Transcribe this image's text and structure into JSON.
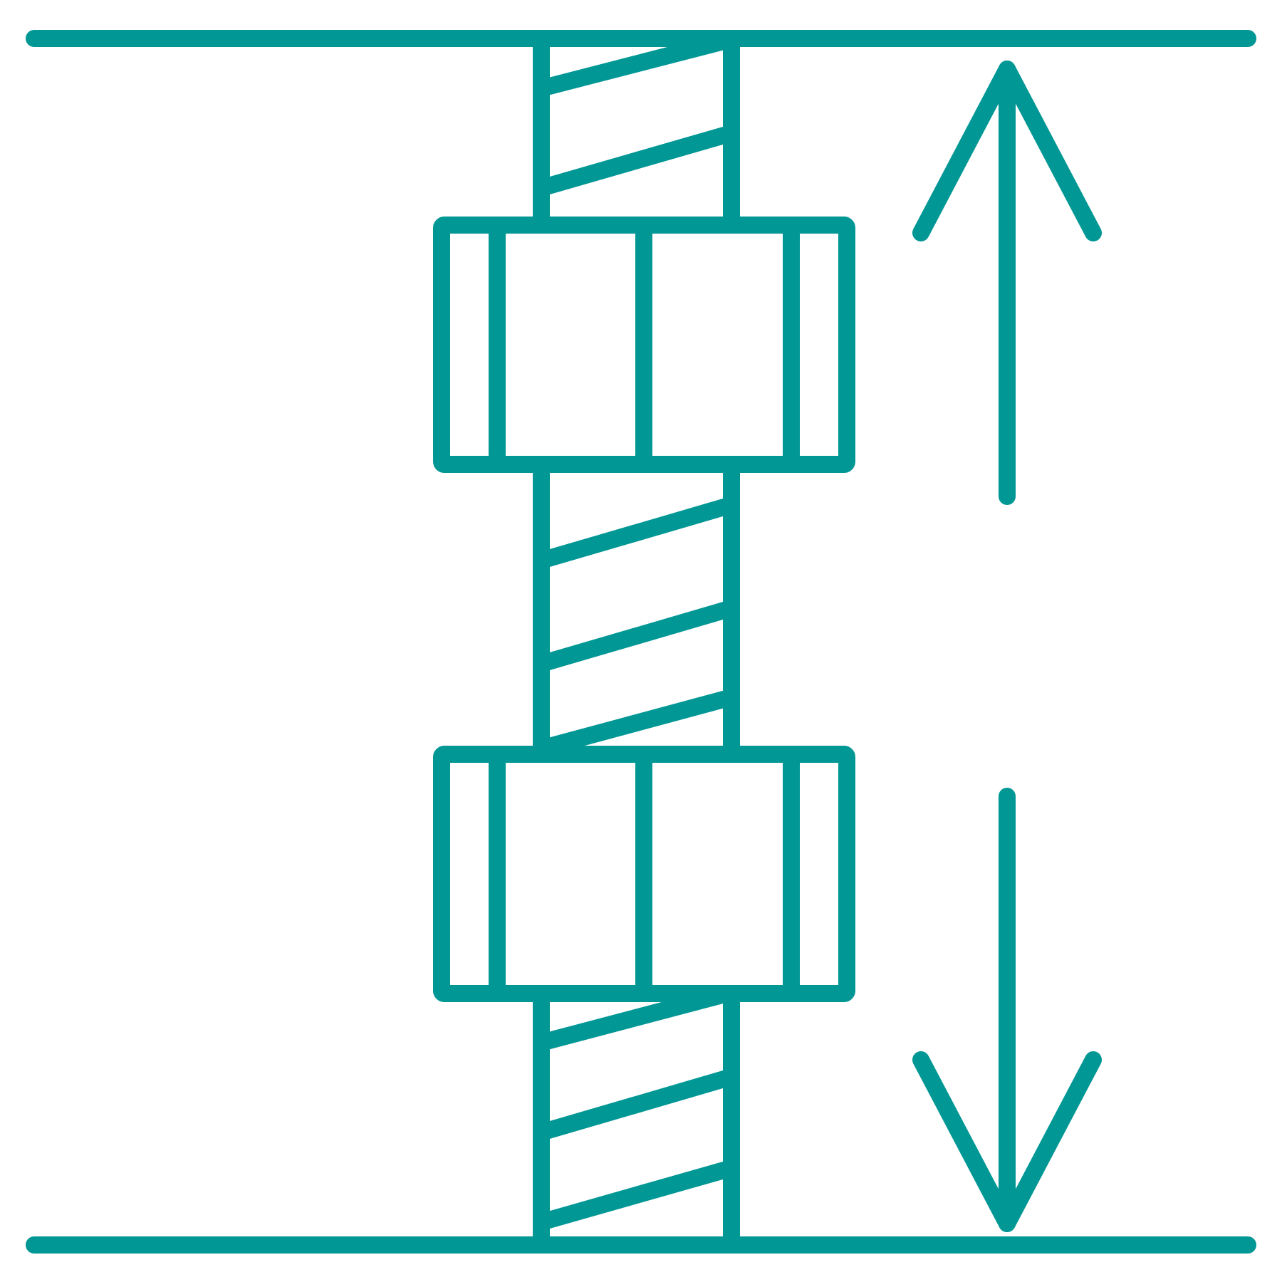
{
  "icon": {
    "name": "threaded-rod-with-two-nuts-icon",
    "color": "#009794",
    "background": "#ffffff",
    "parts": {
      "plates": [
        "top-plate",
        "bottom-plate"
      ],
      "rod": "threaded-rod",
      "nuts": [
        "upper-nut",
        "lower-nut"
      ],
      "arrows": [
        "arrow-up",
        "arrow-down"
      ]
    }
  }
}
